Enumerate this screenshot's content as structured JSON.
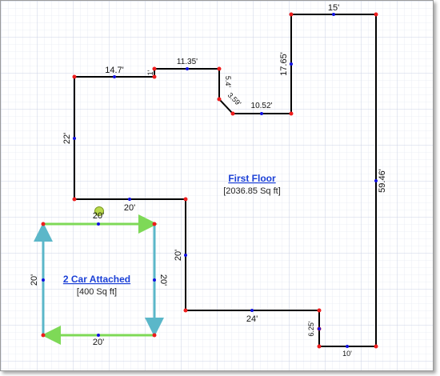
{
  "first_floor": {
    "name": "First Floor",
    "area": "[2036.85 Sq ft]",
    "dimensions": {
      "left_top_wall": "14.7'",
      "tiny_jog": "1'",
      "top_mid_wall": "11.35'",
      "step_down": "5.4'",
      "diagonal": "3.59'",
      "lower_mid_wall": "10.52'",
      "tower_left": "17.65'",
      "tower_top": "15'",
      "right_wall": "59.46'",
      "left_wall": "22'",
      "garage_shared_wall": "20'",
      "inner_vertical": "20'",
      "bottom_wall": "24'",
      "small_drop": "6.25'",
      "bottom_short": "10'"
    }
  },
  "garage": {
    "name": "2 Car Attached",
    "area": "[400 Sq ft]",
    "dimensions": {
      "top": "20'",
      "left": "20'",
      "right": "20'",
      "bottom": "20'"
    }
  },
  "colors": {
    "wall": "#000000",
    "corner": "#ee1c1c",
    "midpoint": "#1010e0",
    "garage_horizontal": "#7ed957",
    "garage_vertical": "#5bb7c9",
    "grid_minor": "#dde3ee",
    "grid_major": "#c3cbe0",
    "title": "#1a3fd6",
    "handle": "#b8d84a"
  }
}
